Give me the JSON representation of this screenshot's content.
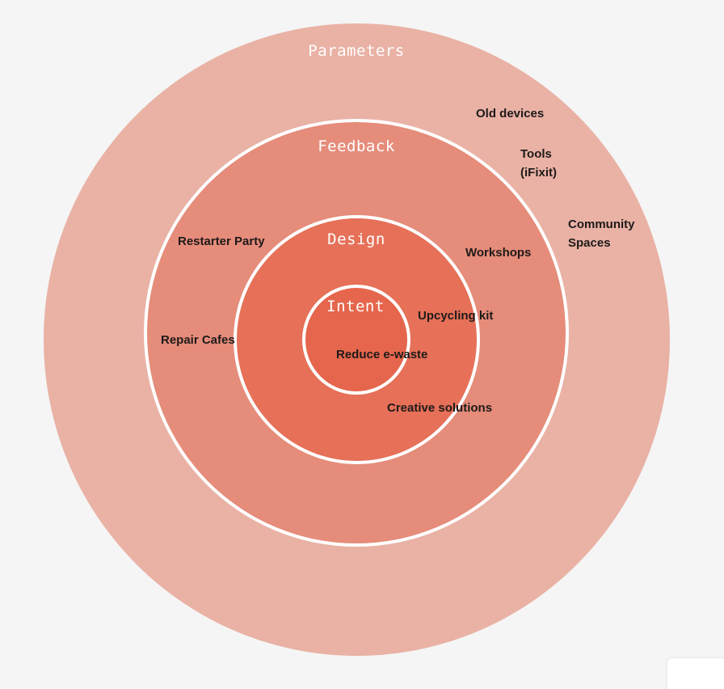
{
  "rings": {
    "parameters": {
      "title": "Parameters",
      "color": "#e9b2a5"
    },
    "feedback": {
      "title": "Feedback",
      "color": "#e58c7a"
    },
    "design": {
      "title": "Design",
      "color": "#e67058"
    },
    "intent": {
      "title": "Intent",
      "color": "#e5664c"
    }
  },
  "items": {
    "old_devices": "Old devices",
    "tools": [
      "Tools",
      "(iFixit)"
    ],
    "community_spaces": [
      "Community",
      "Spaces"
    ],
    "restarter_party": "Restarter Party",
    "workshops": "Workshops",
    "repair_cafes": "Repair Cafes",
    "upcycling_kit": "Upcycling kit",
    "reduce_ewaste": "Reduce e-waste",
    "creative_solutions": "Creative solutions"
  },
  "colors": {
    "background": "#f5f5f5",
    "ring_border": "#ffffff",
    "label_text": "#1e1a19",
    "title_text": "#ffffff"
  }
}
